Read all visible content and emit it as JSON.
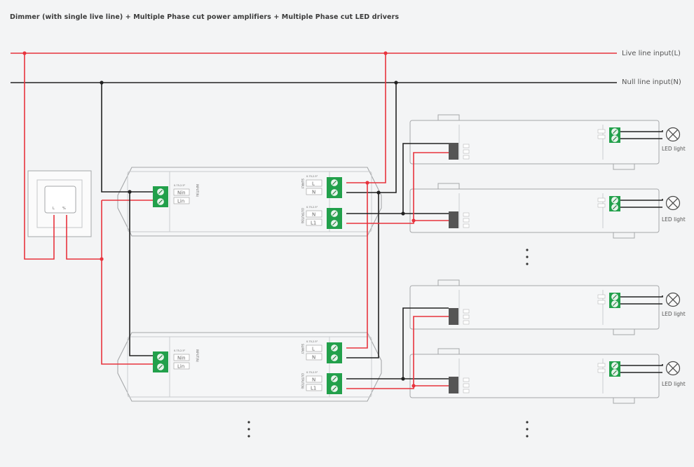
{
  "title": "Dimmer (with single live line) + Multiple Phase cut power amplifiers + Multiple Phase cut LED drivers",
  "bus": {
    "live": "Live line input(L)",
    "null": "Null line input(N)"
  },
  "dimmer": {
    "terminal_l": "L",
    "terminal_load": "%"
  },
  "amplifier": {
    "supply_label": "SUPPLY",
    "output_label": "OUTPUT(N)",
    "input_label": "INPUT(N)",
    "wire_spec": "0.75-2.5²",
    "input_terminals": [
      "Nin",
      "Lin"
    ],
    "supply_terminals": [
      "L",
      "N"
    ],
    "output_terminals": [
      "N",
      "L1"
    ]
  },
  "led_driver": {
    "led_label": "LED light"
  },
  "colors": {
    "live": "#e8333d",
    "null": "#222222",
    "terminal": "#22a04b",
    "outline": "#a5a7a9"
  },
  "icons": {
    "lamp": "lamp-cross-icon",
    "screw": "screw-terminal-icon"
  }
}
